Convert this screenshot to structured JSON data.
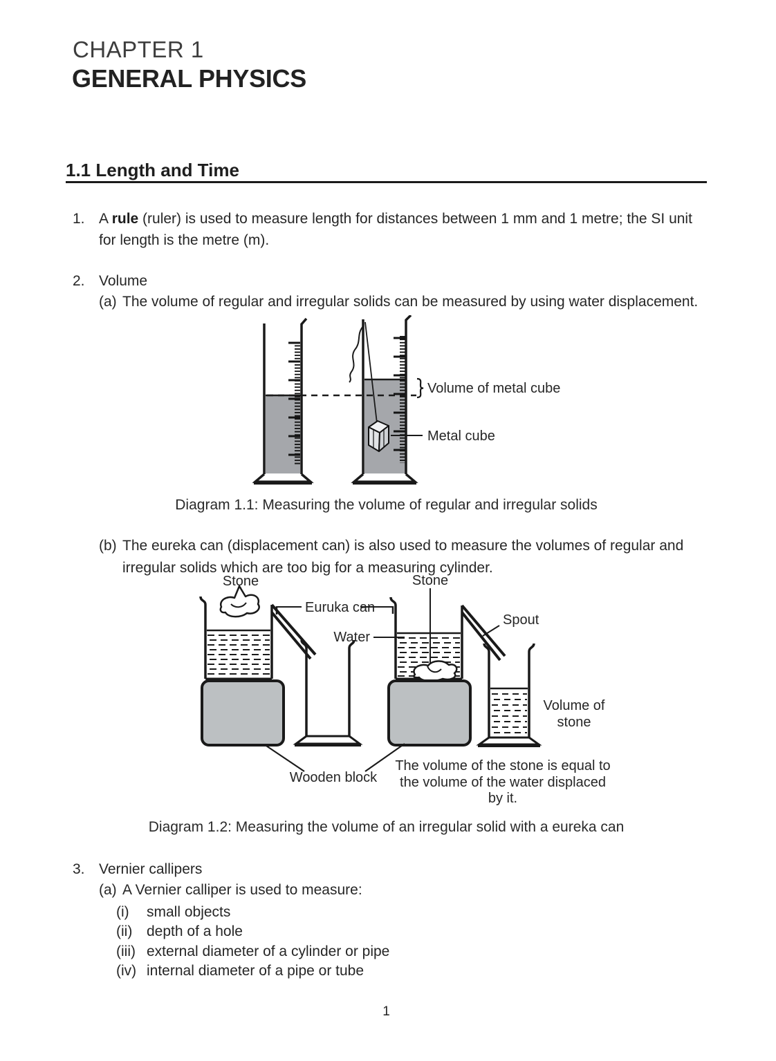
{
  "page": {
    "chapter_label": "CHAPTER 1",
    "chapter_title": "GENERAL PHYSICS",
    "page_number": "1"
  },
  "section": {
    "heading": "1.1 Length and Time"
  },
  "item1": {
    "number": "1.",
    "line1_pre": "A ",
    "line1_bold": "rule",
    "line1_post": " (ruler) is used to measure length for distances between 1 mm and 1 metre; the SI unit",
    "line2": "for length is the metre (m)."
  },
  "item2": {
    "number": "2.",
    "title": "Volume",
    "a_label": "(a)",
    "a_text": "The volume of regular and irregular solids can be measured by using water displacement.",
    "b_label": "(b)",
    "b_line1": "The eureka can (displacement can) is also used to measure the volumes of regular and",
    "b_line2": "irregular solids which are too big for a measuring cylinder."
  },
  "diagram1": {
    "caption": "Diagram 1.1: Measuring the volume of regular and irregular solids",
    "label_volume": "Volume of metal cube",
    "label_cube": "Metal cube"
  },
  "diagram2": {
    "caption": "Diagram 1.2: Measuring the volume of an irregular solid with a eureka can",
    "label_stone_left": "Stone",
    "label_stone_right": "Stone",
    "label_eureka": "Euruka can",
    "label_water": "Water",
    "label_spout": "Spout",
    "label_volume_line1": "Volume of",
    "label_volume_line2": "stone",
    "label_block": "Wooden block",
    "note_line1": "The volume of the stone is equal to",
    "note_line2": "the volume of the water displaced",
    "note_line3": "by it."
  },
  "item3": {
    "number": "3.",
    "title": "Vernier callipers",
    "a_label": "(a)",
    "a_text": "A Vernier calliper is used to measure:",
    "subitems": [
      {
        "label": "(i)",
        "text": "small objects"
      },
      {
        "label": "(ii)",
        "text": "depth of a hole"
      },
      {
        "label": "(iii)",
        "text": "external diameter of a cylinder or pipe"
      },
      {
        "label": "(iv)",
        "text": "internal diameter of a pipe or tube"
      }
    ]
  },
  "colors": {
    "water_gray": "#a5a7ab",
    "block_gray": "#bcc0c2",
    "ink": "#1a1a1a"
  }
}
